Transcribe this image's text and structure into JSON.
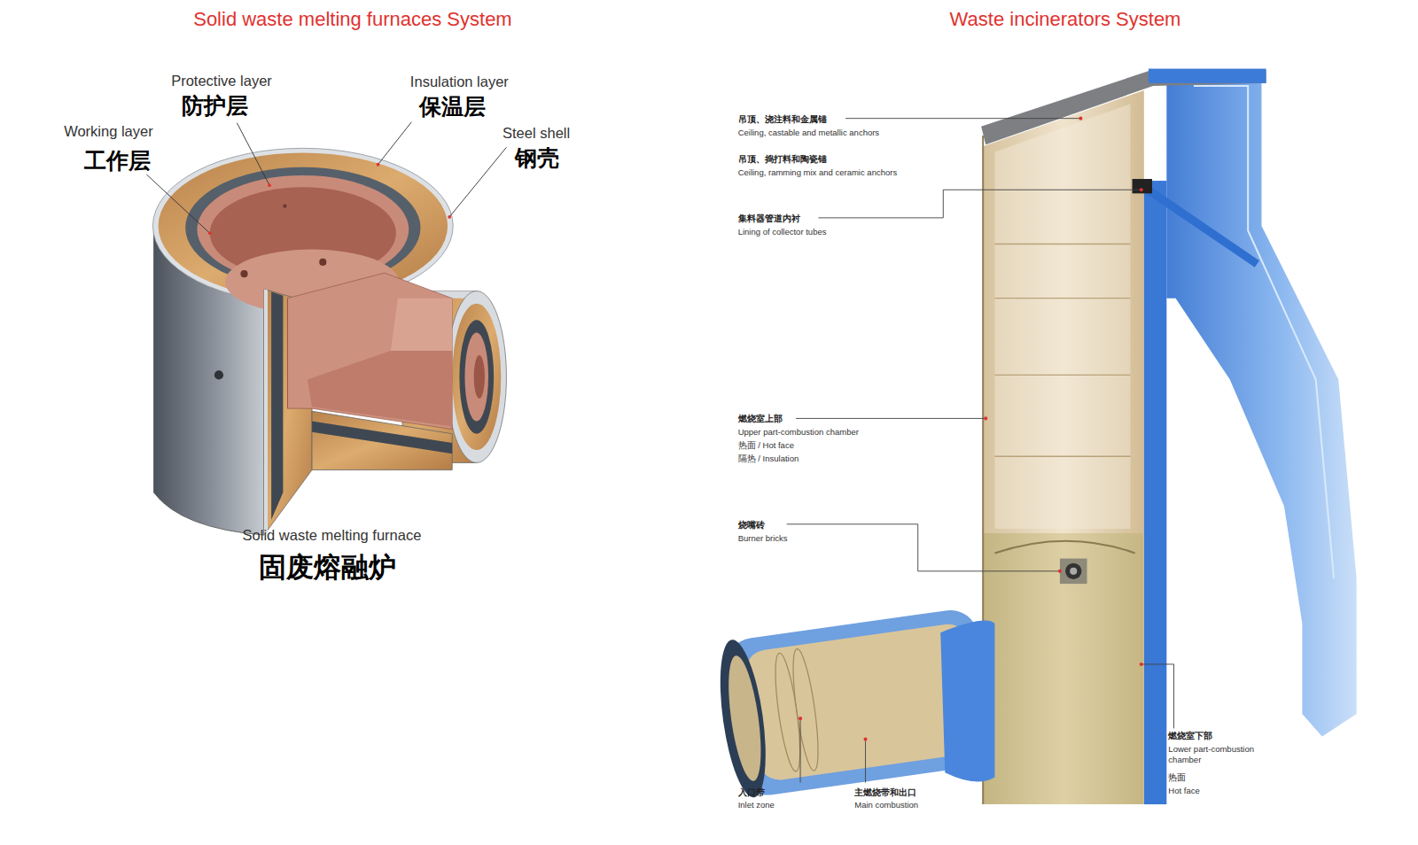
{
  "diagram": {
    "labels": [
      "Solid waste melting furnaces System",
      "Protective layer",
      "防护层",
      "Insulation layer",
      "保温层",
      "Working layer",
      "工作层",
      "Steel shell",
      "钢壳",
      "Solid waste melting furnace",
      "固废熔融炉",
      "Waste incinerators System",
      "吊顶、浇注料和金属锚",
      "Ceiling, castable and metallic anchors",
      "吊顶、捣打料和陶瓷锚",
      "Ceiling, ramming mix and ceramic anchors",
      "集料器管道内衬",
      "Lining of collector tubes",
      "燃烧室上部",
      "Upper part-combustion chamber",
      "热面 / Hot face",
      "隔热 / Insulation",
      "烧嘴砖",
      "Burner bricks",
      "燃烧室下部",
      "Lower part-combustion chamber",
      "热面",
      "Hot face",
      "入口带",
      "Inlet zone",
      "主燃烧带和出口",
      "Main combustion"
    ]
  }
}
